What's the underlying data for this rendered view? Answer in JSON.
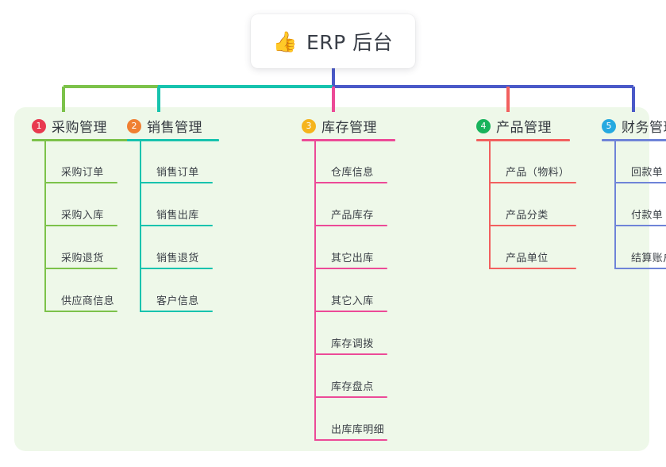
{
  "root": {
    "icon": "thumbs-up-emoji",
    "emoji": "👍",
    "title": "ERP 后台"
  },
  "theme": {
    "page_background": "#ffffff",
    "panel_background": "#eef8e9",
    "card_background": "#ffffff",
    "title_color": "#3a3f48",
    "label_color": "#3b4047",
    "bus_left_color": "#7cc24a",
    "bus_mid_color": "#17c3ae",
    "bus_right_color": "#4a59c8"
  },
  "columns": [
    {
      "index": "1",
      "title": "采购管理",
      "badge_color": "#e8394f",
      "line_color": "#7cc24a",
      "drop_color": "#7cc24a",
      "items": [
        {
          "label": "采购订单"
        },
        {
          "label": "采购入库"
        },
        {
          "label": "采购退货"
        },
        {
          "label": "供应商信息"
        }
      ]
    },
    {
      "index": "2",
      "title": "销售管理",
      "badge_color": "#f08032",
      "line_color": "#17c3ae",
      "drop_color": "#17c3ae",
      "items": [
        {
          "label": "销售订单"
        },
        {
          "label": "销售出库"
        },
        {
          "label": "销售退货"
        },
        {
          "label": "客户信息"
        }
      ]
    },
    {
      "index": "3",
      "title": "库存管理",
      "badge_color": "#f5b41c",
      "line_color": "#ec4a97",
      "drop_color": "#ec4a97",
      "items": [
        {
          "label": "仓库信息"
        },
        {
          "label": "产品库存"
        },
        {
          "label": "其它出库"
        },
        {
          "label": "其它入库"
        },
        {
          "label": "库存调拨"
        },
        {
          "label": "库存盘点"
        },
        {
          "label": "出库库明细"
        }
      ]
    },
    {
      "index": "4",
      "title": "产品管理",
      "badge_color": "#18b35c",
      "line_color": "#f2605f",
      "drop_color": "#f2605f",
      "items": [
        {
          "label": "产品（物料）"
        },
        {
          "label": "产品分类"
        },
        {
          "label": "产品单位"
        }
      ]
    },
    {
      "index": "5",
      "title": "财务管理",
      "badge_color": "#25a9e0",
      "line_color": "#6f84d8",
      "drop_color": "#4a59c8",
      "items": [
        {
          "label": "回款单"
        },
        {
          "label": "付款单"
        },
        {
          "label": "结算账户"
        }
      ]
    }
  ]
}
